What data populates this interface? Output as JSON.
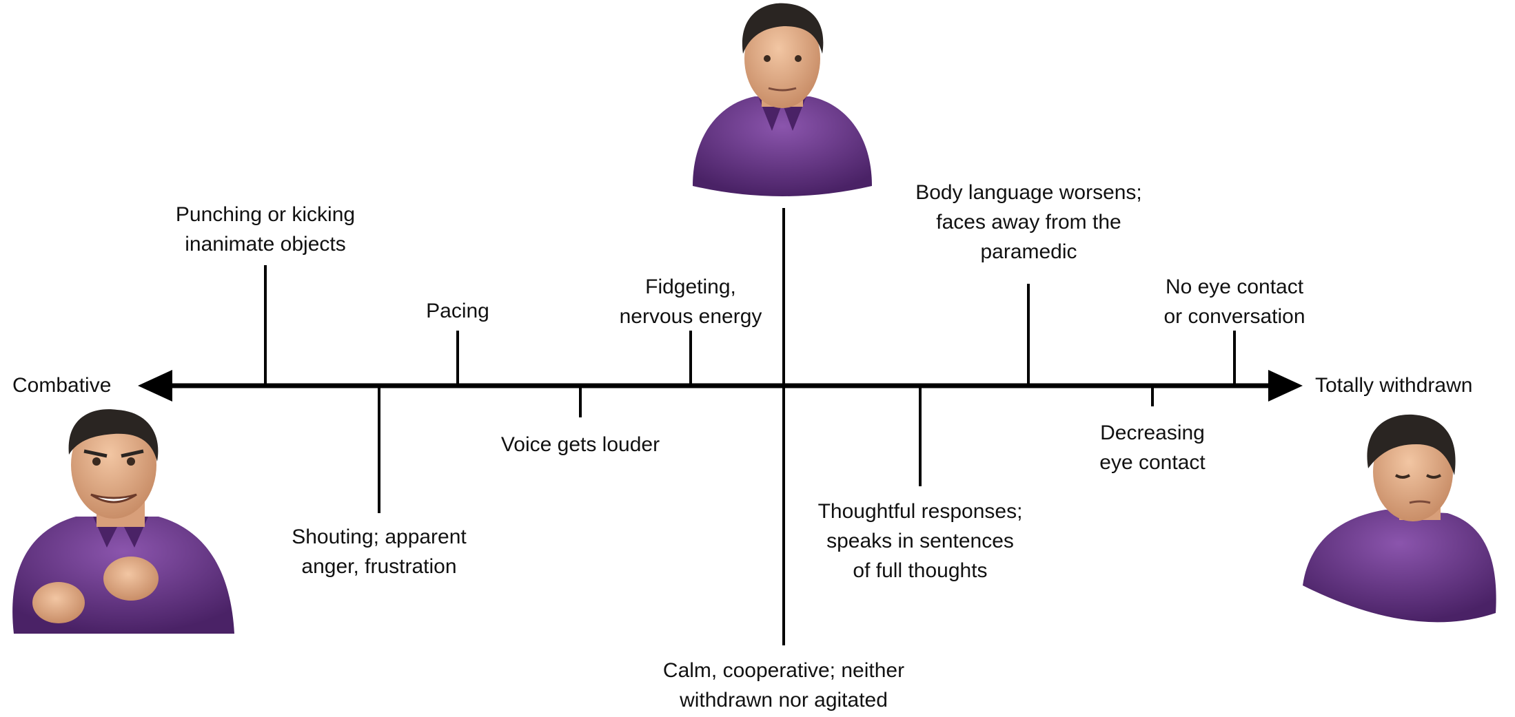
{
  "axis": {
    "left_end": "Combative",
    "right_end": "Totally withdrawn"
  },
  "markers_above": [
    {
      "id": "punching",
      "text": "Punching or kicking\ninanimate objects"
    },
    {
      "id": "pacing",
      "text": "Pacing"
    },
    {
      "id": "fidgeting",
      "text": "Fidgeting,\nnervous energy"
    },
    {
      "id": "body-language",
      "text": "Body language worsens;\nfaces away from the\nparamedic"
    },
    {
      "id": "no-eye-contact",
      "text": "No eye contact\nor conversation"
    }
  ],
  "markers_below": [
    {
      "id": "shouting",
      "text": "Shouting; apparent\nanger, frustration"
    },
    {
      "id": "voice",
      "text": "Voice gets louder"
    },
    {
      "id": "thoughtful",
      "text": "Thoughtful responses;\nspeaks in sentences\nof full thoughts"
    },
    {
      "id": "decreasing-eye",
      "text": "Decreasing\neye contact"
    }
  ],
  "center": {
    "text": "Calm, cooperative; neither\nwithdrawn nor agitated"
  },
  "portraits": {
    "left": "combative-man-illustration",
    "center": "calm-man-illustration",
    "right": "withdrawn-man-illustration"
  },
  "colors": {
    "shirt": "#6b3a8c",
    "shirt_dark": "#4a2266",
    "skin": "#e8b48f",
    "hair": "#2a2522",
    "line": "#000000"
  }
}
